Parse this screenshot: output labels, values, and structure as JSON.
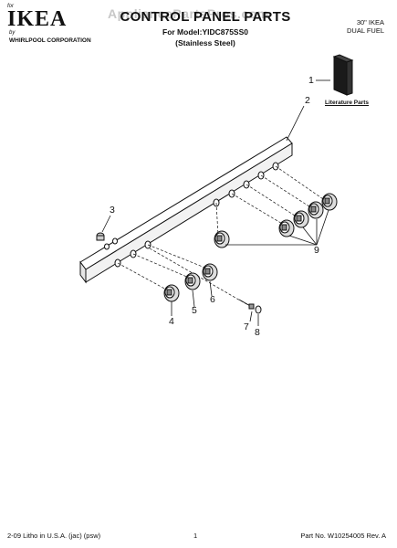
{
  "header": {
    "logo_for": "for",
    "logo": "IKEA",
    "logo_by": "by",
    "logo_sub": "WHIRLPOOL CORPORATION",
    "watermark": "AppliancePartsPros.com",
    "title": "CONTROL PANEL PARTS",
    "model": "For Model:YIDC875SS0",
    "finish": "(Stainless Steel)",
    "size": "30\" IKEA",
    "fuel": "DUAL FUEL"
  },
  "literature_label": "Literature Parts",
  "callouts": [
    "1",
    "2",
    "3",
    "4",
    "5",
    "6",
    "7",
    "8",
    "9"
  ],
  "footer": {
    "left": "2-09 Litho in U.S.A. (jac) (psw)",
    "center": "1",
    "right": "Part No. W10254005 Rev. A"
  }
}
